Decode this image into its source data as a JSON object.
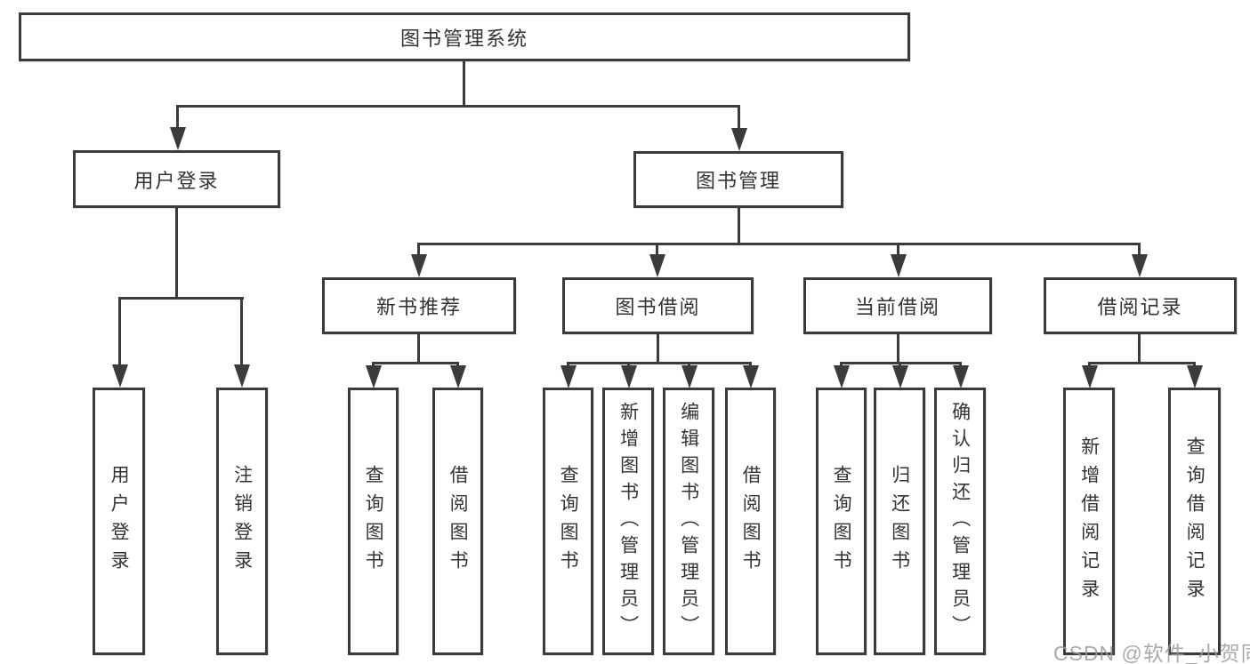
{
  "colors": {
    "line": "#3b3b3b",
    "text": "#333333",
    "background": "#ffffff",
    "watermark": "#9b9b9b"
  },
  "watermark": "CSDN @软件_小贺同学",
  "tree": {
    "root": "图书管理系统",
    "children": [
      {
        "label": "用户登录",
        "children": [
          "用户登录",
          "注销登录"
        ]
      },
      {
        "label": "图书管理",
        "children": [
          {
            "label": "新书推荐",
            "children": [
              "查询图书",
              "借阅图书"
            ]
          },
          {
            "label": "图书借阅",
            "children": [
              "查询图书",
              "新增图书（管理员）",
              "编辑图书（管理员）",
              "借阅图书"
            ]
          },
          {
            "label": "当前借阅",
            "children": [
              "查询图书",
              "归还图书",
              "确认归还（管理员）"
            ]
          },
          {
            "label": "借阅记录",
            "children": [
              "新增借阅记录",
              "查询借阅记录"
            ]
          }
        ]
      }
    ]
  }
}
